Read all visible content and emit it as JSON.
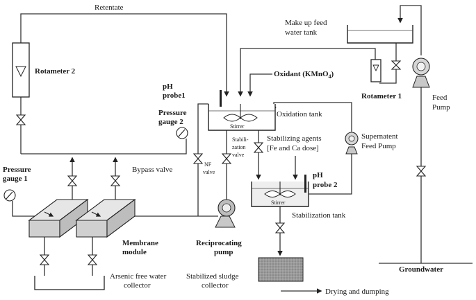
{
  "labels": {
    "retentate": "Retentate",
    "makeup_tank_line1": "Make up feed",
    "makeup_tank_line2": "water tank",
    "rotameter2": "Rotameter 2",
    "ph_probe1_line1": "pH",
    "ph_probe1_line2": "probe1",
    "oxidant": "Oxidant (KMnO",
    "oxidant_sub": "4",
    "oxidant_close": ")",
    "rotameter1": "Rotameter 1",
    "feed_pump_line1": "Feed",
    "feed_pump_line2": "Pump",
    "pressure_gauge2_line1": "Pressure",
    "pressure_gauge2_line2": "gauge 2",
    "oxidation_tank": "Oxidation tank",
    "stirrer": "Stirrer",
    "stabilization_valve_line1": "Stabili-",
    "stabilization_valve_line2": "zation",
    "stabilization_valve_line3": "valve",
    "stabilizing_agents_line1": "Stabilizing agents",
    "stabilizing_agents_line2": "[Fe and Ca dose]",
    "supernatant_pump_line1": "Supernatent",
    "supernatant_pump_line2": "Feed Pump",
    "bypass_valve": "Bypass valve",
    "nf_valve_line1": "NF",
    "nf_valve_line2": "valve",
    "pressure_gauge1_line1": "Pressure",
    "pressure_gauge1_line2": "gauge 1",
    "ph_probe2_line1": "pH",
    "ph_probe2_line2": "probe 2",
    "stabilization_tank": "Stabilization tank",
    "membrane_module_line1": "Membrane",
    "membrane_module_line2": "module",
    "reciprocating_pump_line1": "Reciprocating",
    "reciprocating_pump_line2": "pump",
    "groundwater": "Groundwater",
    "arsenic_collector_line1": "Arsenic free water",
    "arsenic_collector_line2": "collector",
    "sludge_collector_line1": "Stabilized sludge",
    "sludge_collector_line2": "collector",
    "drying": "Drying and dumping"
  }
}
